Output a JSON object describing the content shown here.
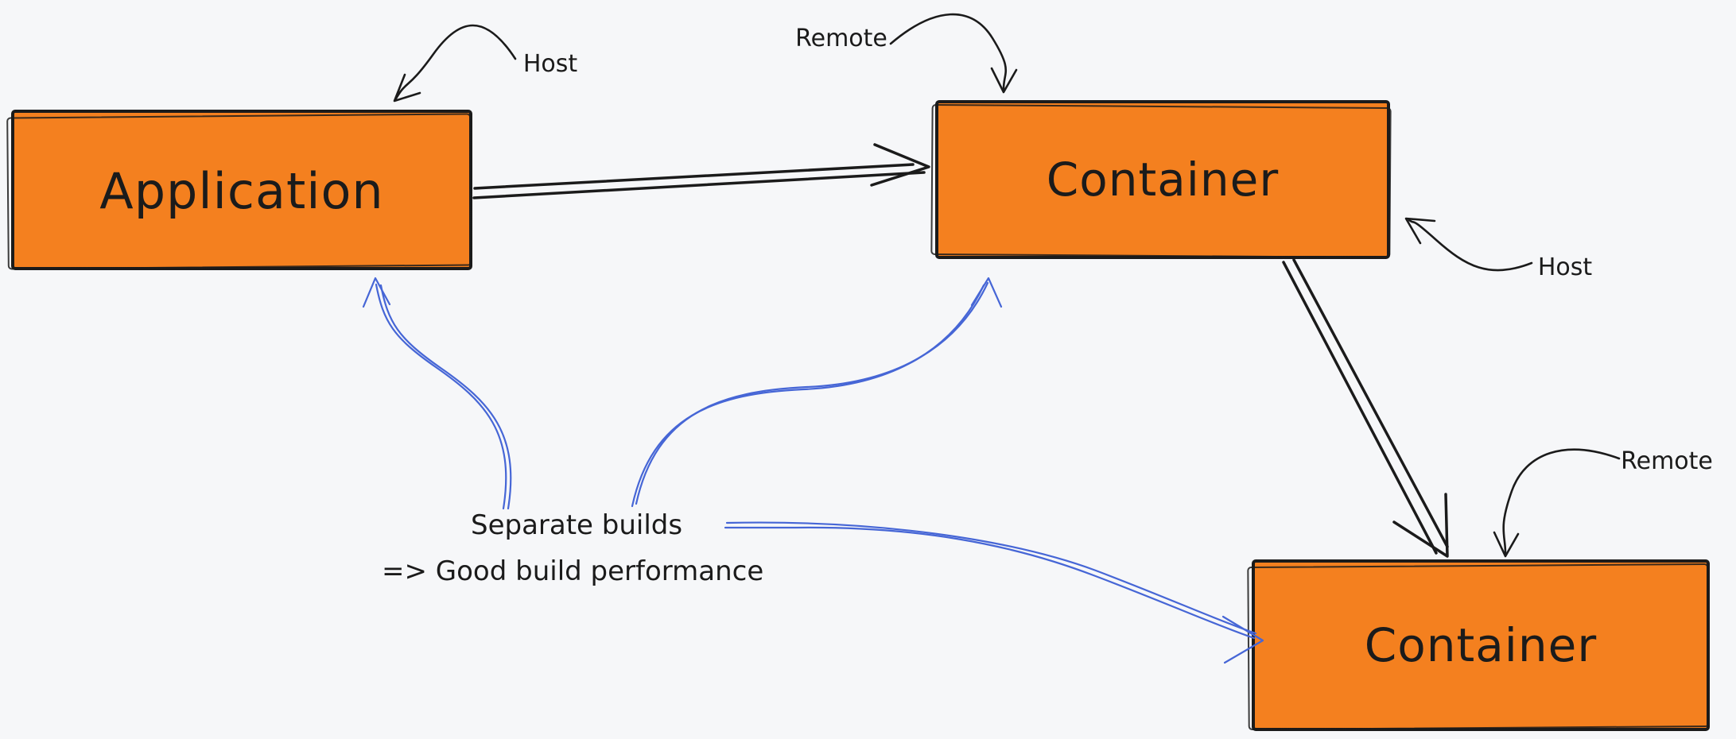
{
  "canvas": {
    "background": "#f6f7f9"
  },
  "palette": {
    "node_fill": "#f4801f",
    "node_stroke": "#1b1b1b",
    "arrow_color": "#1b1b1b",
    "note_color": "#4666d6"
  },
  "nodes": [
    {
      "id": "application",
      "label": "Application"
    },
    {
      "id": "container-top",
      "label": "Container"
    },
    {
      "id": "container-bottom",
      "label": "Container"
    }
  ],
  "labels": {
    "host_top": "Host",
    "remote_top": "Remote",
    "host_right": "Host",
    "remote_bottom": "Remote"
  },
  "note": {
    "line1": "Separate builds",
    "line2": "=> Good build performance"
  }
}
